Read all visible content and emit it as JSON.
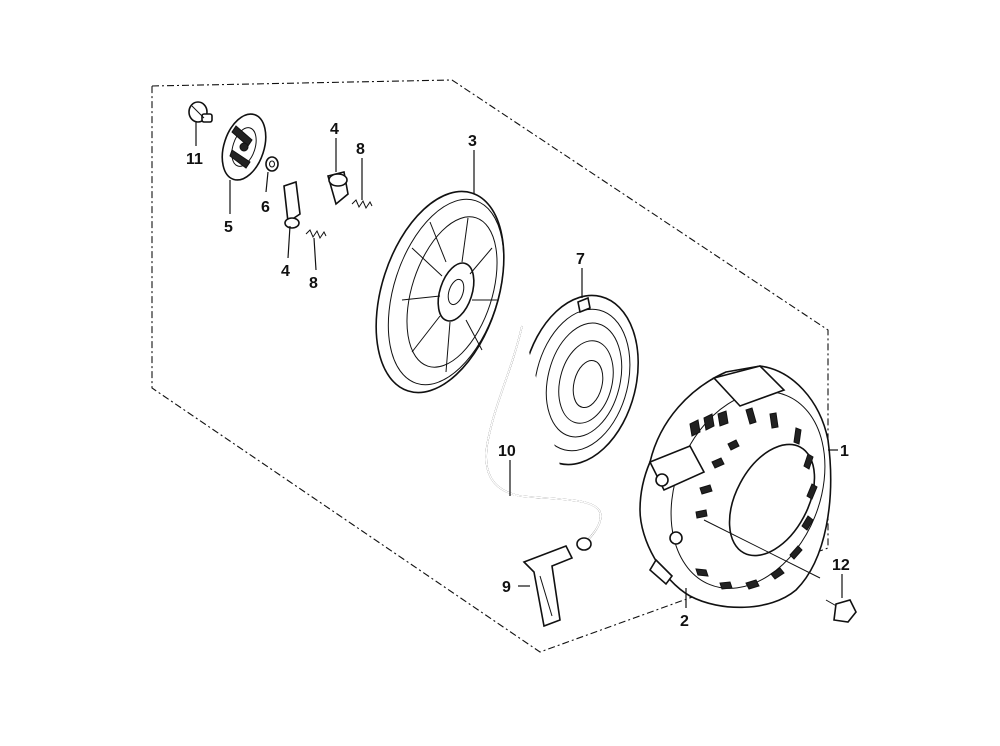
{
  "diagram": {
    "labels": {
      "p1": "1",
      "p2": "2",
      "p3": "3",
      "p4a": "4",
      "p4b": "4",
      "p5": "5",
      "p6": "6",
      "p7": "7",
      "p8a": "8",
      "p8b": "8",
      "p9": "9",
      "p10": "10",
      "p11": "11",
      "p12": "12"
    },
    "colors": {
      "ink": "#111111",
      "background": "#ffffff"
    }
  }
}
